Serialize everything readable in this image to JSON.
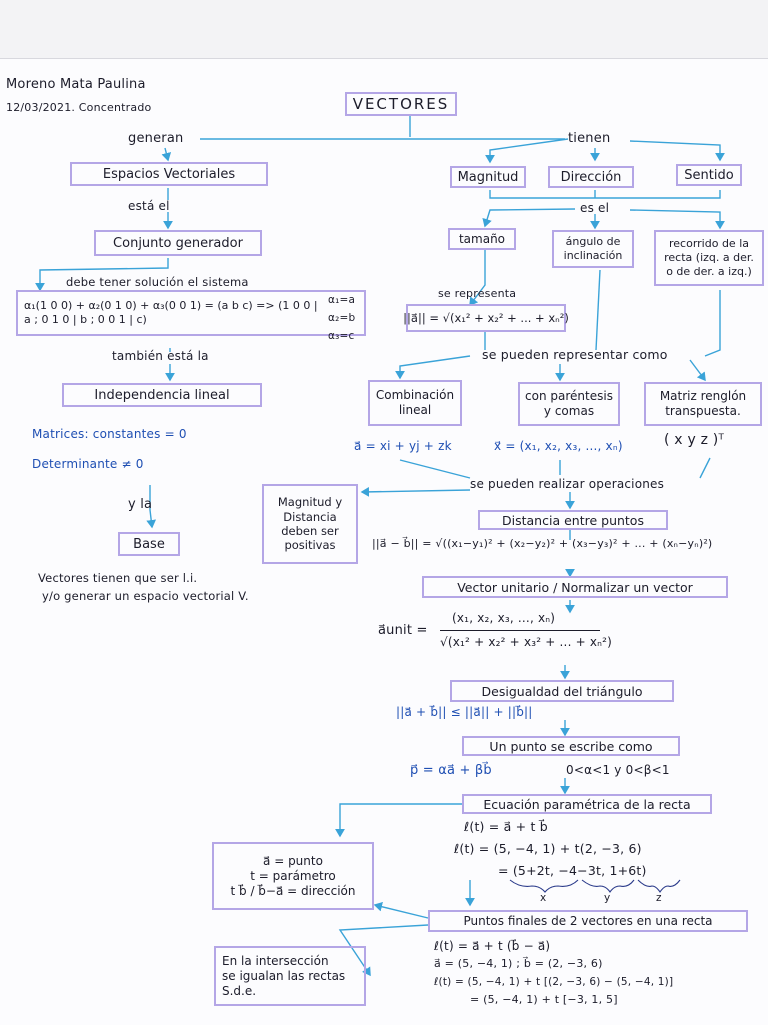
{
  "header": {
    "author": "Moreno Mata Paulina",
    "date": "12/03/2021. Concentrado"
  },
  "title": "VECTORES",
  "left": {
    "generan": "generan",
    "espacios": "Espacios Vectoriales",
    "esta_el": "está el",
    "conjunto": "Conjunto generador",
    "debe": "debe tener solución el sistema",
    "sistema": "α₁(1 0 0) + α₂(0 1 0) + α₃(0 0 1) = (a b c) => (1 0 0 | a ; 0 1 0 | b ; 0 0 1 | c)",
    "alphas": [
      "α₁=a",
      "α₂=b",
      "α₃=c"
    ],
    "tambien": "también está la",
    "independencia": "Independencia lineal",
    "matrices": "Matrices: constantes = 0",
    "determinante": "Determinante ≠ 0",
    "y_la": "y la",
    "base": "Base",
    "vectores_li": "Vectores tienen que ser l.i.",
    "generar": "y/o generar un espacio vectorial V."
  },
  "right": {
    "tienen": "tienen",
    "magnitud": "Magnitud",
    "direccion": "Dirección",
    "sentido": "Sentido",
    "es_el": "es el",
    "tamano": "tamaño",
    "angulo": [
      "ángulo de",
      "inclinación"
    ],
    "recorrido": [
      "recorrido de la",
      "recta (izq. a der.",
      "o de der. a izq.)"
    ],
    "se_representa": "se representa",
    "norma": "||a⃗|| = √(x₁² + x₂² + ... + xₙ²)",
    "se_pueden": "se pueden representar como",
    "combinacion": [
      "Combinación",
      "lineal"
    ],
    "comb_formula": "a⃗ = xi + yj + zk",
    "parentesis": [
      "con paréntesis",
      "y comas"
    ],
    "parent_formula": "x⃗ = (x₁, x₂, x₃, ..., xₙ)",
    "matriz": [
      "Matriz renglón",
      "transpuesta."
    ],
    "matriz_formula": "( x y z )ᵀ",
    "operaciones": "se pueden realizar operaciones",
    "magn_dist": [
      "Magnitud y",
      "Distancia",
      "deben ser",
      "positivas"
    ]
  },
  "ops": {
    "distancia": "Distancia entre puntos",
    "dist_formula": "||a⃗ − b⃗|| = √((x₁−y₁)² + (x₂−y₂)² + (x₃−y₃)² + ... + (xₙ−yₙ)²)",
    "unitario": "Vector unitario / Normalizar un vector",
    "unit_lhs": "a⃗unit =",
    "unit_num": "(x₁, x₂, x₃, ..., xₙ)",
    "unit_den": "√(x₁² + x₂² + x₃² + ... + xₙ²)",
    "desigualdad": "Desigualdad del triángulo",
    "desig_formula": "||a⃗ + b⃗|| ≤ ||a⃗|| + ||b⃗||",
    "punto": "Un punto se escribe como",
    "punto_formula": "p⃗ = αa⃗ + βb⃗",
    "punto_cond": "0<α<1   y   0<β<1",
    "ecuacion": "Ecuación paramétrica de la recta",
    "ec1": "ℓ(t) = a⃗ + t b⃗",
    "ec2": "ℓ(t) = (5, −4, 1) + t(2, −3, 6)",
    "ec3": "= (5+2t, −4−3t, 1+6t)",
    "xyz": [
      "x",
      "y",
      "z"
    ],
    "legend": [
      "a⃗ = punto",
      "t = parámetro",
      "t b⃗ / b⃗−a⃗ = dirección"
    ],
    "puntos_finales": "Puntos finales de 2 vectores en una recta",
    "pf1": "ℓ(t) = a⃗ + t (b⃗ − a⃗)",
    "pf2": "a⃗ = (5, −4, 1) ;  b⃗ = (2, −3, 6)",
    "pf3": "ℓ(t) = (5, −4, 1) + t [(2, −3, 6) − (5, −4, 1)]",
    "pf4": "= (5, −4, 1) + t [−3, 1, 5]",
    "interseccion": [
      "En la intersección",
      "se igualan las rectas",
      "S.d.e."
    ]
  }
}
